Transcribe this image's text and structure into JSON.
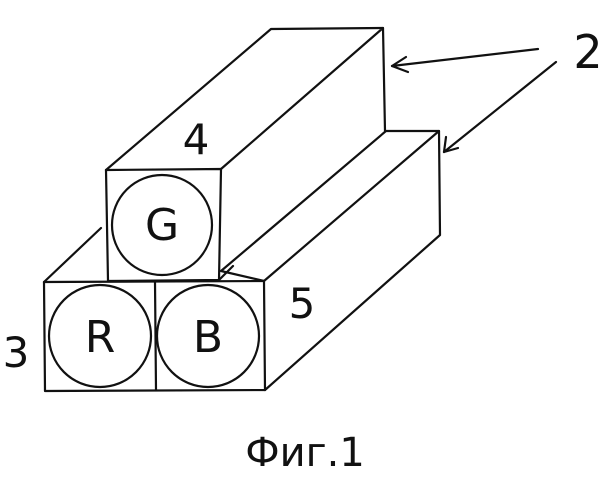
{
  "labels": {
    "ref_2": "2",
    "ref_3": "3",
    "ref_4": "4",
    "ref_5": "5"
  },
  "cells": {
    "green": "G",
    "red": "R",
    "blue": "B"
  },
  "caption": "Фиг.1",
  "colors": {
    "ink": "#111111",
    "paper": "#ffffff"
  }
}
